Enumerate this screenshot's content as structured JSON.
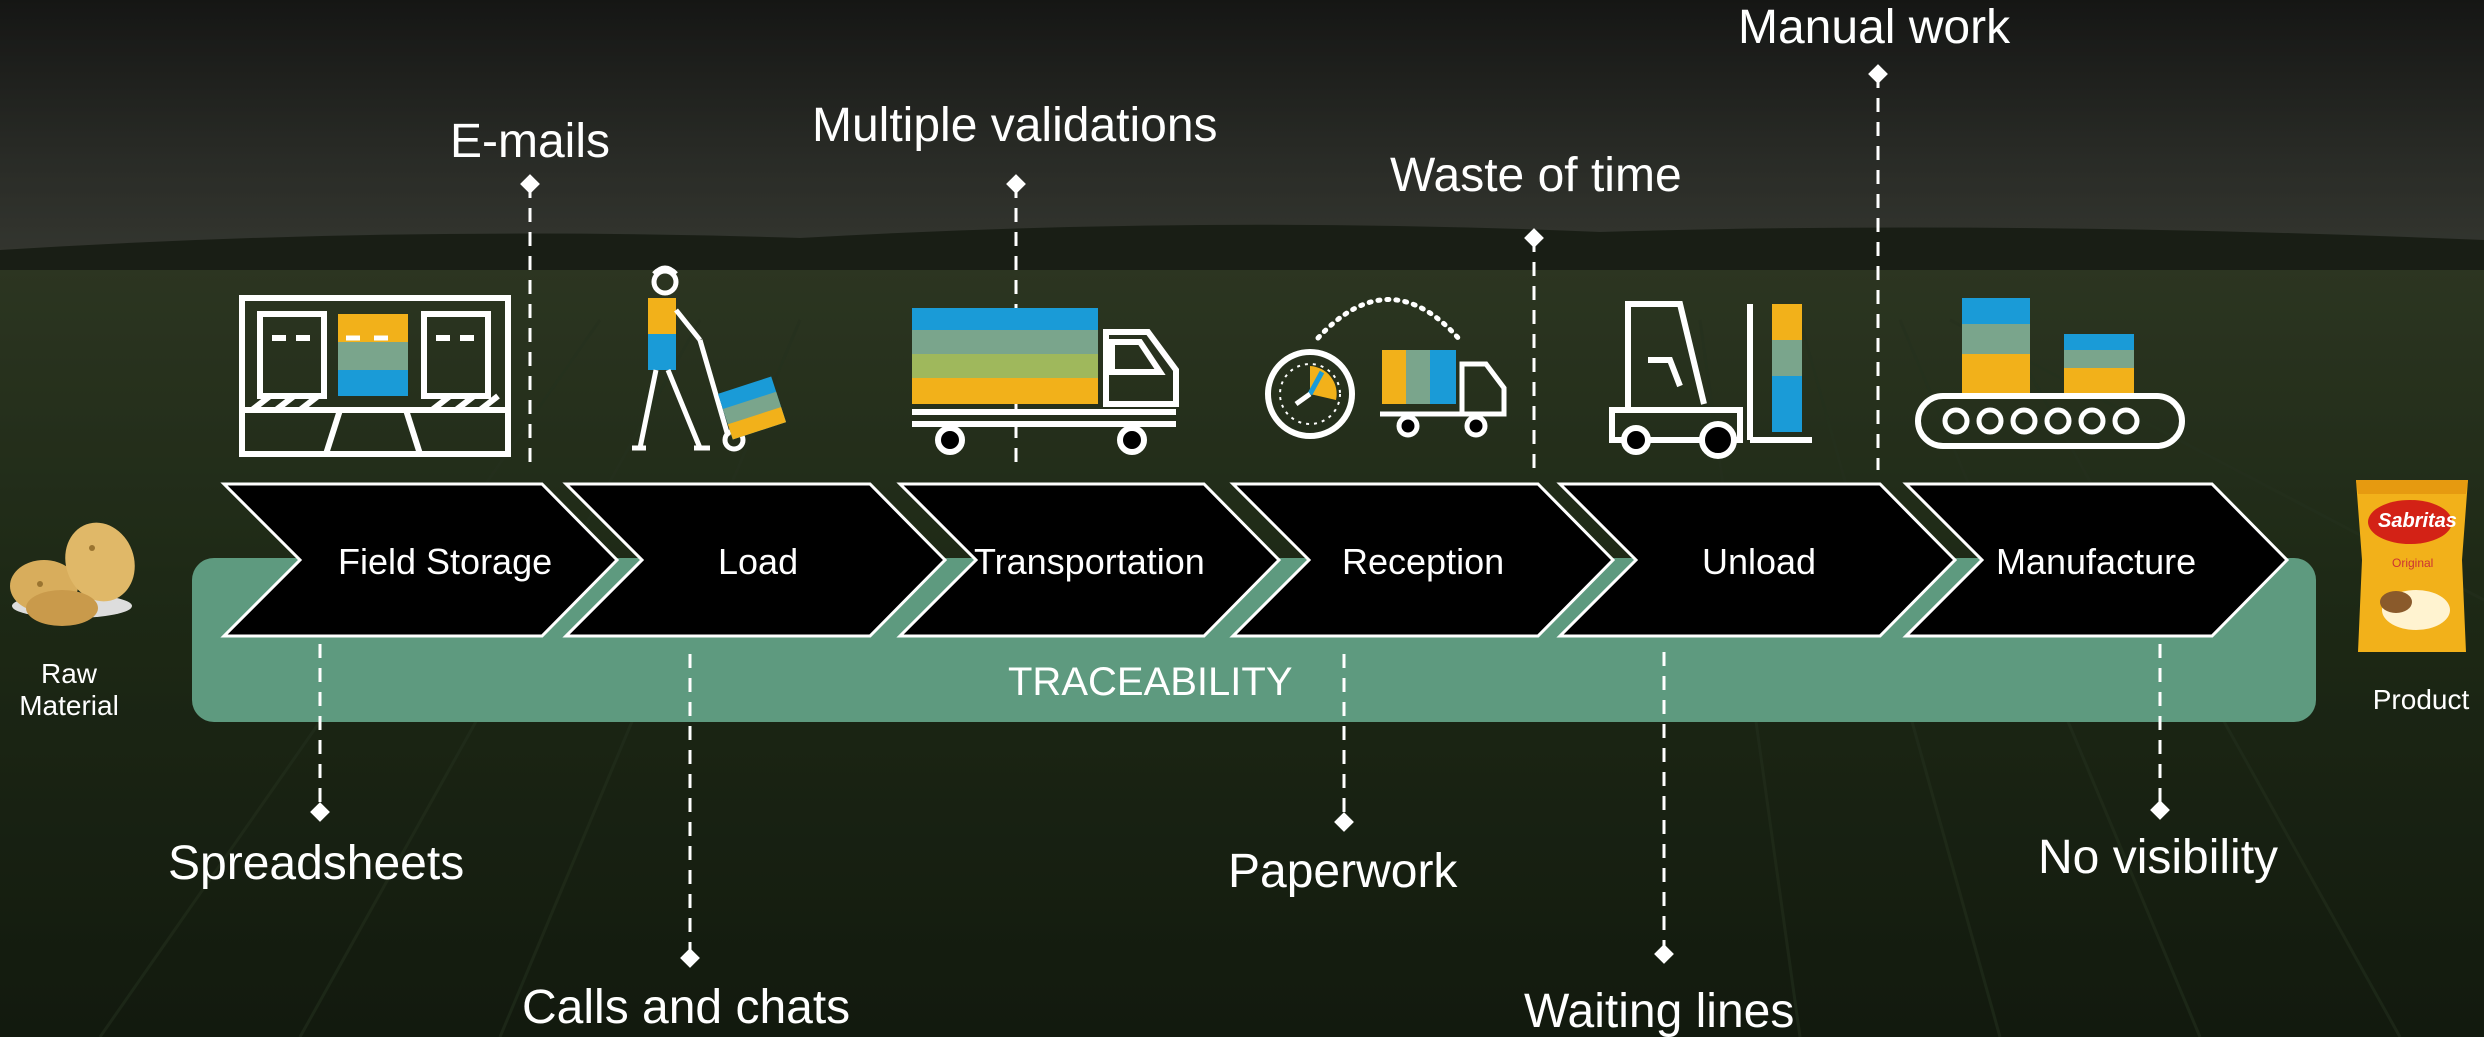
{
  "process": {
    "stages": [
      {
        "label": "Field Storage"
      },
      {
        "label": "Load"
      },
      {
        "label": "Transportation"
      },
      {
        "label": "Reception"
      },
      {
        "label": "Unload"
      },
      {
        "label": "Manufacture"
      }
    ],
    "band_label": "TRACEABILITY",
    "start_label": "Raw\nMaterial",
    "end_label": "Product",
    "package_brand": "Sabritas",
    "package_sub": "Original"
  },
  "pain_points_top": [
    {
      "label": "E-mails"
    },
    {
      "label": "Multiple validations"
    },
    {
      "label": "Waste of time"
    },
    {
      "label": "Manual work"
    }
  ],
  "pain_points_bottom": [
    {
      "label": "Spreadsheets"
    },
    {
      "label": "Calls and chats"
    },
    {
      "label": "Paperwork"
    },
    {
      "label": "Waiting lines"
    },
    {
      "label": "No visibility"
    }
  ],
  "colors": {
    "band": "#5e9a7f",
    "chevron": "#000000",
    "blue": "#1a9bd7",
    "teal": "#7aa58c",
    "yellow": "#f2b11a"
  }
}
